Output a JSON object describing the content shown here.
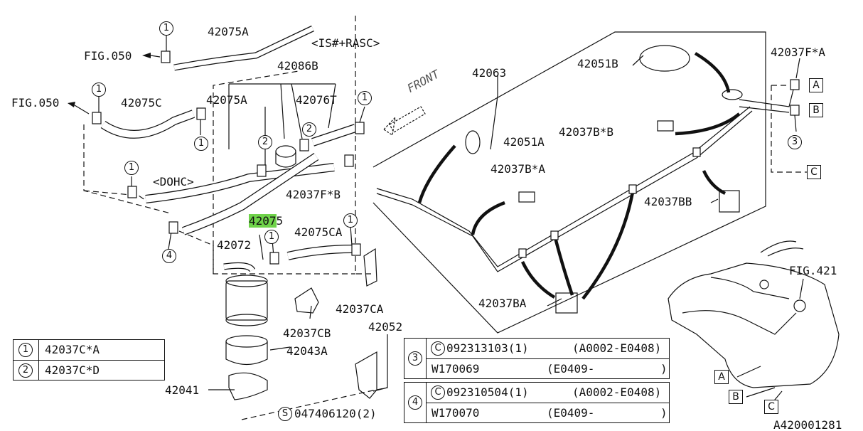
{
  "labels": {
    "p42075A_top": "42075A",
    "fig050_top": "FIG.050",
    "is_rasc": "<IS#+RASC>",
    "p42086B": "42086B",
    "fig050_mid": "FIG.050",
    "p42075C": "42075C",
    "p42075A_mid": "42075A",
    "p42076T": "42076T",
    "dohc": "<DOHC>",
    "p42037FB": "42037F*B",
    "p42075_pre": "4207",
    "p42075_post": "5",
    "p42075CA": "42075CA",
    "p42072": "42072",
    "p42037CA": "42037CA",
    "p42037CB": "42037CB",
    "p42052": "42052",
    "p42043A": "42043A",
    "p42041": "42041",
    "p047406120": "047406120(2)",
    "s_mark": "S",
    "p42063": "42063",
    "front": "FRONT",
    "p42051B": "42051B",
    "p42037FA": "42037F*A",
    "p42037BB_star": "42037B*B",
    "p42051A": "42051A",
    "p42037BA_star": "42037B*A",
    "p42037BB": "42037BB",
    "p42037BA": "42037BA",
    "fig421": "FIG.421",
    "code": "A420001281"
  },
  "circles": {
    "one": "1",
    "two": "2",
    "three": "3",
    "four": "4"
  },
  "boxes": {
    "a": "A",
    "b": "B",
    "c": "C"
  },
  "legend": [
    {
      "mark": "1",
      "part": "42037C*A"
    },
    {
      "mark": "2",
      "part": "42037C*D"
    }
  ],
  "table3": {
    "mark": "3",
    "row1_c": "C",
    "row1_part": "092313103(1)",
    "row1_range": "(A0002-E0408)",
    "row2_part": "W170069",
    "row2_range": "(E0409-",
    "row2_end": ")"
  },
  "table4": {
    "mark": "4",
    "row1_c": "C",
    "row1_part": "092310504(1)",
    "row1_range": "(A0002-E0408)",
    "row2_part": "W170070",
    "row2_range": "(E0409-",
    "row2_end": ")"
  }
}
